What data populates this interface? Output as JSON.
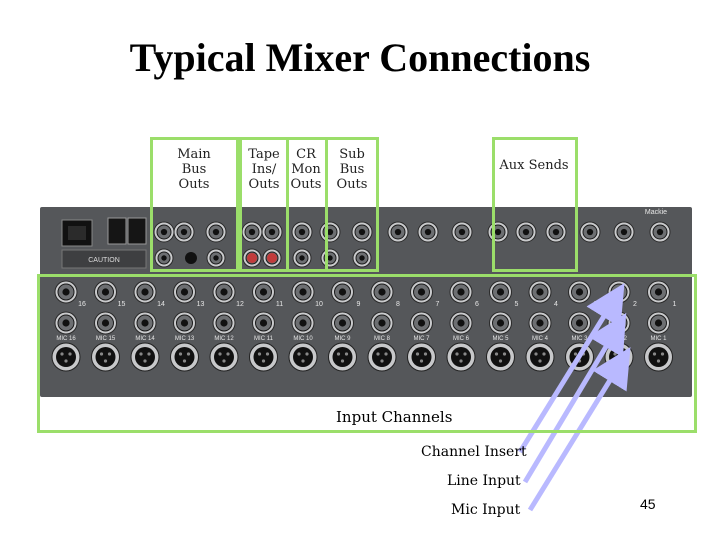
{
  "slide": {
    "title": "Typical Mixer Connections",
    "page_number": "45"
  },
  "labels": {
    "main_bus": [
      "Main",
      "Bus",
      "Outs"
    ],
    "tape": [
      "Tape",
      "Ins/",
      "Outs"
    ],
    "cr": [
      "CR",
      "Mon",
      "Outs"
    ],
    "sub_bus": [
      "Sub",
      "Bus",
      "Outs"
    ],
    "aux_sends": "Aux Sends",
    "input_channels": "Input Channels",
    "channel_insert": "Channel Insert",
    "line_input": "Line Input",
    "mic_input": "Mic Input"
  },
  "panel": {
    "channel_numbers": [
      "16",
      "15",
      "14",
      "13",
      "12",
      "11",
      "10",
      "9",
      "8",
      "7",
      "6",
      "5",
      "4",
      "3",
      "2",
      "1"
    ],
    "mic_labels": [
      "MIC 16",
      "MIC 15",
      "MIC 14",
      "MIC 13",
      "MIC 12",
      "MIC 11",
      "MIC 10",
      "MIC 9",
      "MIC 8",
      "MIC 7",
      "MIC 6",
      "MIC 5",
      "MIC 4",
      "MIC 3",
      "MIC 2",
      "MIC 1"
    ],
    "caution_label": "CAUTION",
    "brand": "Mackie"
  },
  "colors": {
    "highlight_box": "#9bde6a",
    "panel": "#55575a",
    "arrow": "#b9b9ff"
  }
}
